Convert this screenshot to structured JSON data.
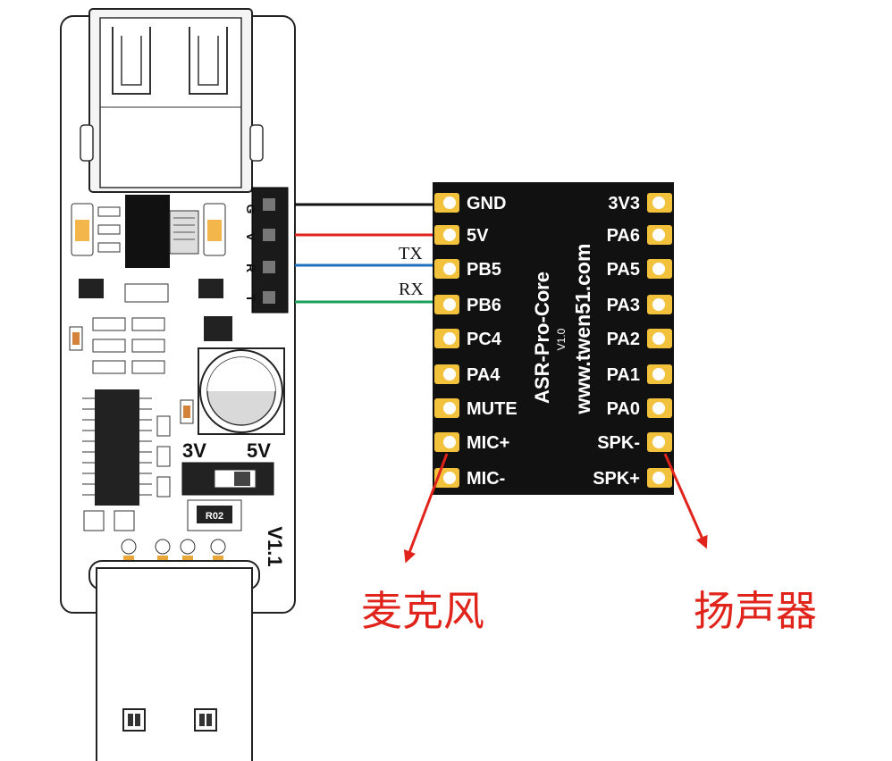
{
  "adapter": {
    "header_labels": [
      "G",
      "V",
      "R",
      "T"
    ],
    "voltage_left": "3V",
    "voltage_right": "5V",
    "version": "V1.1",
    "chip_mark": "R02"
  },
  "wires": {
    "tx_label": "TX",
    "rx_label": "RX",
    "colors": {
      "gnd": "#111111",
      "vcc": "#e0241b",
      "tx": "#1f6fbf",
      "rx": "#1aa05a"
    }
  },
  "module": {
    "name": "ASR-Pro-Core",
    "version": "V1.0",
    "website": "www.twen51.com",
    "left_pins": [
      "GND",
      "5V",
      "PB5",
      "PB6",
      "PC4",
      "PA4",
      "MUTE",
      "MIC+",
      "MIC-"
    ],
    "right_pins": [
      "3V3",
      "PA6",
      "PA5",
      "PA3",
      "PA2",
      "PA1",
      "PA0",
      "SPK-",
      "SPK+"
    ]
  },
  "callouts": {
    "mic": "麦克风",
    "speaker": "扬声器",
    "color": "#e0241b"
  }
}
